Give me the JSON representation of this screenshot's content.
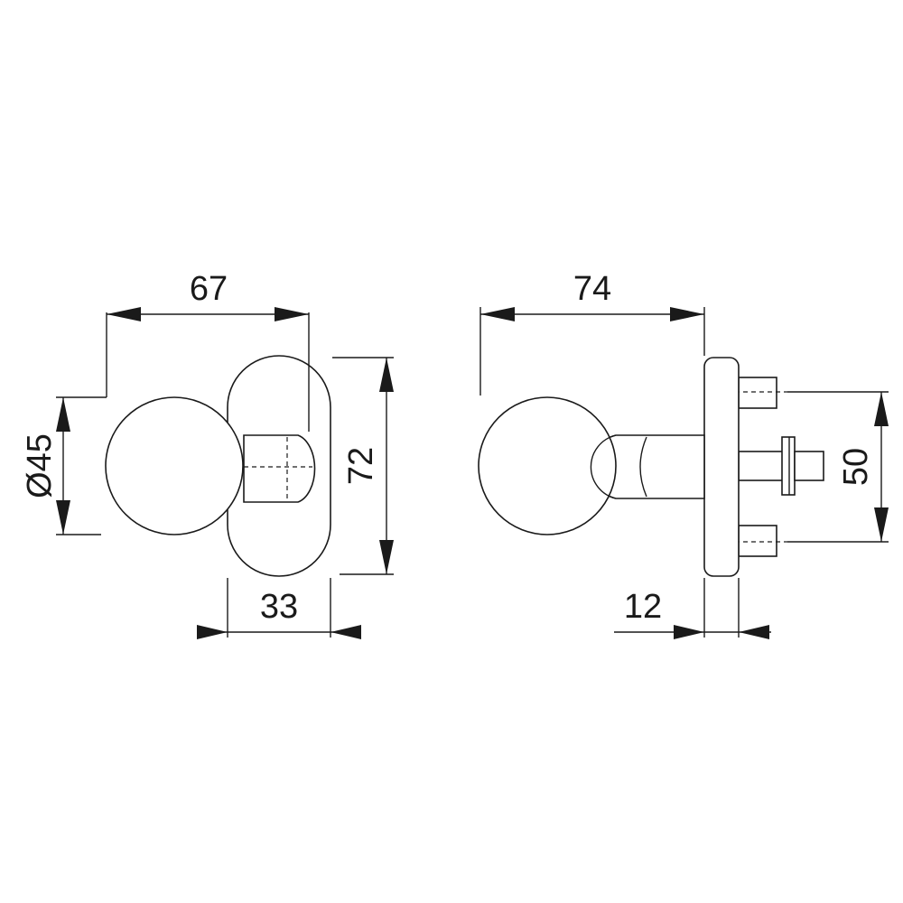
{
  "dimensions": {
    "front_width": "67",
    "front_diameter": "Ø45",
    "front_height": "72",
    "front_rose_width": "33",
    "side_depth": "74",
    "side_screw_spacing": "50",
    "side_plate_thickness": "12"
  },
  "colors": {
    "line": "#1a1a1a",
    "background": "#ffffff"
  }
}
